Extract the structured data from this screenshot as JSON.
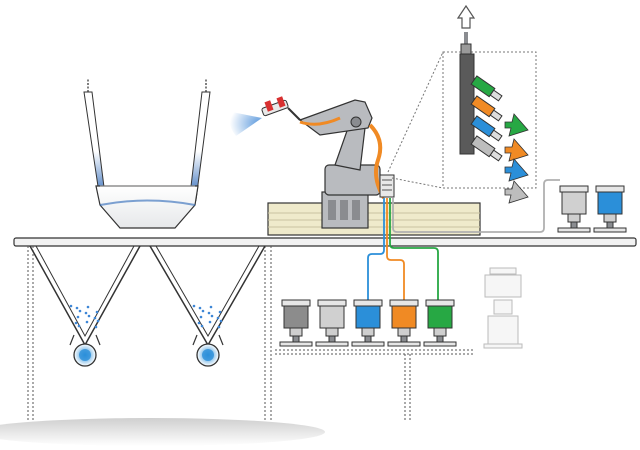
{
  "colors": {
    "outline": "#333333",
    "floor_shadow": "#c8c8c8",
    "platform": "#f2f2f2",
    "rail": "#efeacb",
    "rail_edge": "#c8c2a0",
    "robot": "#b9bbbf",
    "robot_dark": "#8a8c90",
    "hose_orange": "#f08a24",
    "spray_blue": "#3d86d6",
    "pump_dark": "#8c8c8c",
    "pump_light": "#d0d0d0",
    "pump_blue": "#2b8fd9",
    "pump_orange": "#f08a24",
    "pump_green": "#27a844",
    "pump_gray": "#bdbdbd",
    "manifold": "#5a5a5a",
    "line_blue": "#2b8fd9",
    "line_orange": "#f08a24",
    "line_green": "#27a844",
    "line_gray": "#b0b0b0",
    "booth_blue": "#2a66b8",
    "powder_dots": "#3d86d6"
  },
  "icons": {
    "exhaust": "up-arrow-outline-icon",
    "inlet_green": "green-arrow-icon",
    "inlet_orange": "orange-arrow-icon",
    "inlet_blue": "blue-arrow-icon",
    "inlet_gray": "gray-arrow-icon"
  },
  "pumps_lower": [
    "dark",
    "light",
    "blue",
    "orange",
    "green"
  ],
  "pumps_upper": [
    "light",
    "blue"
  ]
}
